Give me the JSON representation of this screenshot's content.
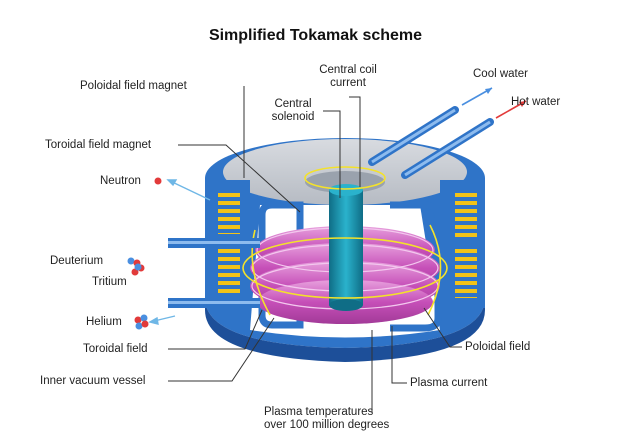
{
  "title": "Simplified Tokamak scheme",
  "labels": {
    "poloidal_field_magnet": "Poloidal field magnet",
    "central_coil_current_l1": "Central coil",
    "central_coil_current_l2": "current",
    "central_solenoid_l1": "Central",
    "central_solenoid_l2": "solenoid",
    "cool_water": "Cool water",
    "hot_water": "Hot water",
    "toroidal_field_magnet": "Toroidal field magnet",
    "neutron": "Neutron",
    "deuterium": "Deuterium",
    "tritium": "Tritium",
    "helium": "Helium",
    "toroidal_field": "Toroidal field",
    "inner_vacuum_vessel": "Inner vacuum vessel",
    "plasma_temperatures_l1": "Plasma temperatures",
    "plasma_temperatures_l2": "over 100 million degrees",
    "poloidal_field": "Poloidal field",
    "plasma_current": "Plasma current"
  },
  "colors": {
    "vessel_blue": "#2f74c8",
    "vessel_dark": "#1d4f99",
    "lid_gray": "#c8ccd2",
    "coil_yellow": "#f2c318",
    "plasma_pink": "#c64fb8",
    "plasma_light": "#e08ad6",
    "solenoid_teal": "#1f97b0",
    "particle_red": "#e23a3a",
    "particle_blue": "#4a8fe0",
    "field_line_yellow": "#f4e22a"
  }
}
